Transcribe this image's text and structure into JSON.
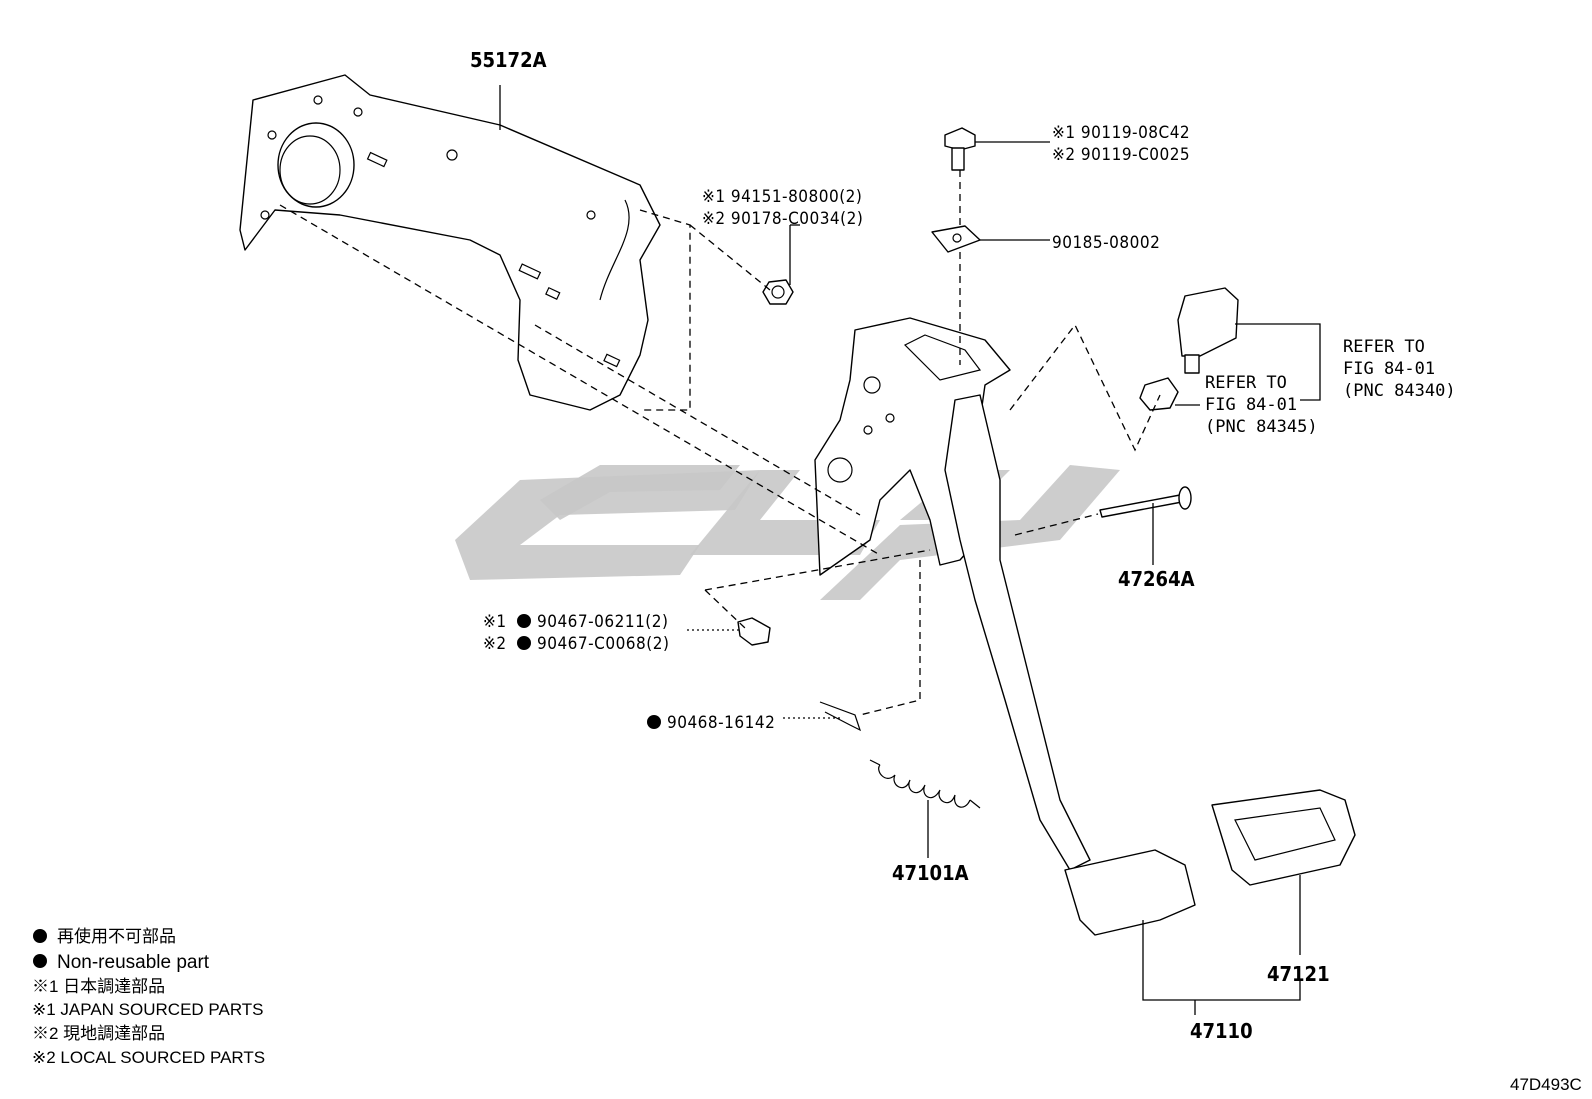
{
  "diagram": {
    "code": "47D493C",
    "parts": {
      "bracket": "55172A",
      "bolt_1": "※1 90119-08C42",
      "bolt_2": "※2 90119-C0025",
      "nut_1": "※1 94151-80800(2)",
      "nut_2": "※2 90178-C0034(2)",
      "nut_plate": "90185-08002",
      "pin": "47264A",
      "bush_1_prefix": "※1",
      "bush_1": "90467-06211(2)",
      "bush_2_prefix": "※2",
      "bush_2": "90467-C0068(2)",
      "clip": "90468-16142",
      "spring": "47101A",
      "pedal": "47110",
      "pad": "47121"
    },
    "refer_switch": [
      "REFER TO",
      "FIG 84-01",
      "(PNC 84340)"
    ],
    "refer_stopper": [
      "REFER TO",
      "FIG 84-01",
      "(PNC 84345)"
    ]
  },
  "legend": {
    "items": [
      "再使用不可部品",
      "Non-reusable part",
      "※1 日本調達部品",
      "※1 JAPAN SOURCED PARTS",
      "※2 現地調達部品",
      "※2 LOCAL SOURCED PARTS"
    ]
  }
}
